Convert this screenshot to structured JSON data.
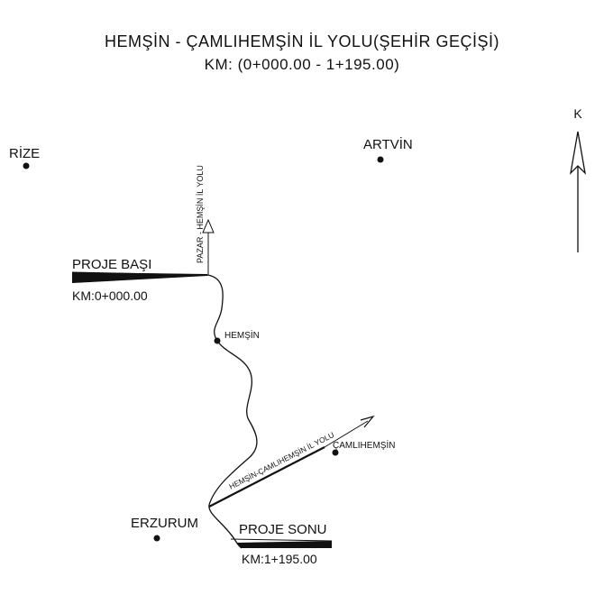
{
  "title": {
    "line1": "HEMŞİN - ÇAMLIHEMŞİN İL YOLU(ŞEHİR GEÇİŞİ)",
    "line2": "KM: (0+000.00 - 1+195.00)"
  },
  "compass": {
    "label": "K"
  },
  "places": {
    "rize": "RİZE",
    "artvin": "ARTVİN",
    "hemsin": "HEMŞİN",
    "camlihemsin": "ÇAMLIHEMŞİN",
    "erzurum": "ERZURUM"
  },
  "roads": {
    "pazar_hemsin": "PAZAR - HEMŞİN İL YOLU",
    "hemsin_camlihemsin": "HEMŞİN-ÇAMLIHEMŞİN İL YOLU"
  },
  "project": {
    "start_label": "PROJE BAŞI",
    "start_km": "KM:0+000.00",
    "end_label": "PROJE SONU",
    "end_km": "KM:1+195.00"
  }
}
